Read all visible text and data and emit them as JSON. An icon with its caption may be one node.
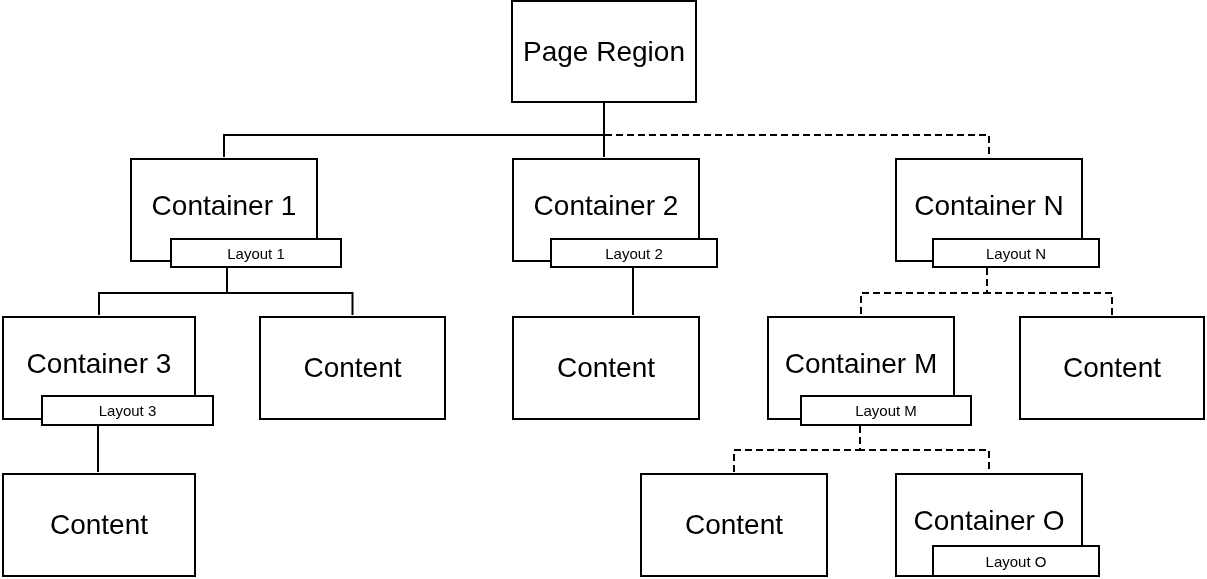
{
  "diagram": {
    "nodes": [
      {
        "text": [
          "Page Region"
        ]
      },
      {
        "text": [
          "Container 1"
        ]
      },
      {
        "text": [
          "Layout 1"
        ]
      },
      {
        "text": [
          "Container 2"
        ]
      },
      {
        "text": [
          "Layout 2"
        ]
      },
      {
        "text": [
          "Container N"
        ]
      },
      {
        "text": [
          "Layout N"
        ]
      },
      {
        "text": [
          "Container 3"
        ]
      },
      {
        "text": [
          "Layout 3"
        ]
      },
      {
        "text": [
          "Content"
        ]
      },
      {
        "text": [
          "Content"
        ]
      },
      {
        "text": [
          "Container M"
        ]
      },
      {
        "text": [
          "Layout M"
        ]
      },
      {
        "text": [
          "Content"
        ]
      },
      {
        "text": [
          "Content"
        ]
      },
      {
        "text": [
          "Content"
        ]
      },
      {
        "text": [
          "Container O"
        ]
      },
      {
        "text": [
          "Layout O"
        ]
      }
    ],
    "edges": [
      {
        "from": 0,
        "to": 1,
        "arrow": "none"
      },
      {
        "from": 0,
        "to": 3,
        "arrow": "none"
      },
      {
        "from": 0,
        "to": 5,
        "arrow": "none",
        "style": "dashed"
      },
      {
        "from": 2,
        "to": 7,
        "arrow": "none"
      },
      {
        "from": 2,
        "to": 9,
        "arrow": "none"
      },
      {
        "from": 4,
        "to": 10,
        "arrow": "none"
      },
      {
        "from": 6,
        "to": 11,
        "arrow": "none",
        "style": "dashed"
      },
      {
        "from": 6,
        "to": 13,
        "arrow": "none",
        "style": "dashed"
      },
      {
        "from": 8,
        "to": 14,
        "arrow": "none"
      },
      {
        "from": 12,
        "to": 15,
        "arrow": "none",
        "style": "dashed"
      },
      {
        "from": 12,
        "to": 16,
        "arrow": "none",
        "style": "dashed"
      }
    ]
  }
}
